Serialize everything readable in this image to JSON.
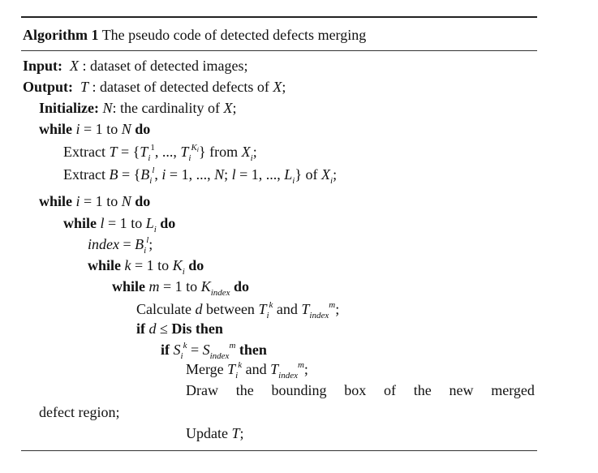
{
  "caption": {
    "label": "Algorithm 1",
    "text": "The pseudo code of detected defects merging"
  },
  "lines": {
    "input_kw": "Input:",
    "input_var": "X",
    "input_text": " : dataset of detected images;",
    "output_kw": "Output:",
    "output_var": "T",
    "output_text": " : dataset of detected defects of ",
    "output_var2": "X",
    "output_end": ";",
    "init_kw": "Initialize:",
    "init_var": "N",
    "init_text": ": the cardinality of ",
    "init_var2": "X",
    "init_end": ";",
    "while_kw": "while",
    "do_kw": "do",
    "to": "to",
    "then_kw": "then",
    "if_kw": "if",
    "extract": "Extract",
    "from": "from",
    "of": "of",
    "calculate": "Calculate",
    "between": "between",
    "and": "and",
    "merge": "Merge",
    "draw_words": [
      "Draw",
      "the",
      "bounding",
      "box",
      "of",
      "the",
      "new",
      "merged"
    ],
    "draw_cont": "defect region;",
    "update": "Update",
    "dis": "Dis then",
    "index": "index"
  }
}
